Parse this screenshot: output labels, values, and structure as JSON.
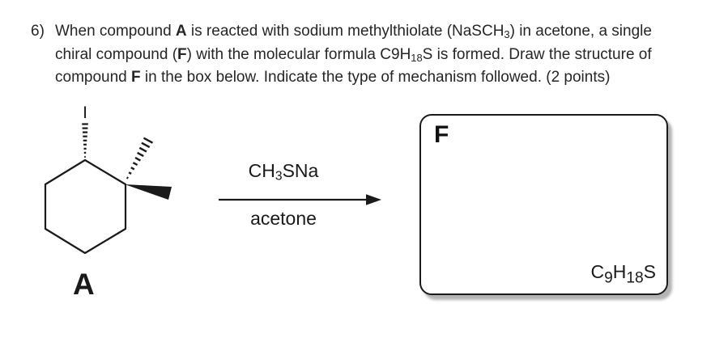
{
  "question": {
    "number": "6)",
    "lines": [
      [
        {
          "t": "When compound "
        },
        {
          "t": "A",
          "b": true
        },
        {
          "t": " is reacted with sodium methylthiolate (NaSCH"
        },
        {
          "t": "3",
          "sub": true
        },
        {
          "t": ") in acetone, a single"
        }
      ],
      [
        {
          "t": "chiral compound ("
        },
        {
          "t": "F",
          "b": true
        },
        {
          "t": ") with the molecular formula C9H"
        },
        {
          "t": "18",
          "sub": true
        },
        {
          "t": "S is formed. Draw the structure of"
        }
      ],
      [
        {
          "t": "compound "
        },
        {
          "t": "F",
          "b": true
        },
        {
          "t": " in the box below. Indicate the type of mechanism followed. (2 points)"
        }
      ]
    ]
  },
  "scheme": {
    "iodine_label": "I",
    "reactant_label": "A",
    "reagent_segments": [
      {
        "t": "CH"
      },
      {
        "t": "3",
        "sub": true
      },
      {
        "t": "SNa"
      }
    ],
    "solvent": "acetone",
    "answer_box": {
      "label": "F",
      "formula_segments": [
        {
          "t": "C"
        },
        {
          "t": "9",
          "sub": true
        },
        {
          "t": "H"
        },
        {
          "t": "18",
          "sub": true
        },
        {
          "t": "S"
        }
      ]
    }
  },
  "colors": {
    "background": "#ffffff",
    "text": "#262626",
    "structure_ink": "#1a1a1a",
    "box_border": "#1a1a1a",
    "box_shadow": "#b4b4b4"
  }
}
